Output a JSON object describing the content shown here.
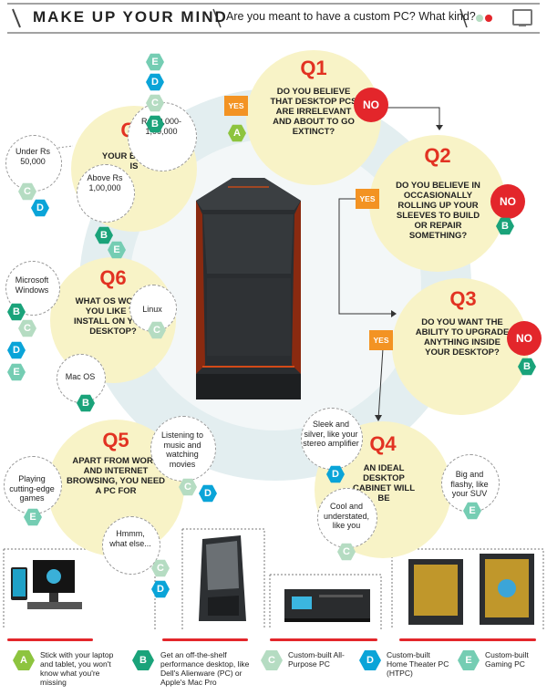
{
  "header": {
    "title": "MAKE UP YOUR MIND",
    "subtitle": "Are you meant to have a custom PC? What kind?"
  },
  "colors": {
    "accent_red": "#e3262b",
    "yes_orange": "#f39323",
    "question_bg": "#f8f3c7",
    "hex_A": "#8dc43f",
    "hex_B": "#1aa37a",
    "hex_C": "#b5dcc2",
    "hex_D": "#0aa4d8",
    "hex_E": "#75cdb3"
  },
  "icons": [
    "monitor-icon",
    "dots-icon",
    "tower-pc-image"
  ],
  "badges": {
    "yes": "YES",
    "no": "NO"
  },
  "q1": {
    "label": "Q1",
    "text": "Do you believe that desktop PCs are irrelevant and about to go extinct?",
    "yes_result": "A"
  },
  "q2": {
    "label": "Q2",
    "text": "Do you believe in occasionally rolling up your sleeves to build or repair something?",
    "no_result": "B"
  },
  "q3": {
    "label": "Q3",
    "text": "Do you want the ability to upgrade anything inside your desktop?",
    "no_result": "B"
  },
  "q4": {
    "label": "Q4",
    "text": "An ideal desktop cabinet will be",
    "options": [
      {
        "text": "Sleek and silver, like your stereo amplifier",
        "result": "D"
      },
      {
        "text": "Big and flashy, like your SUV",
        "result": "E"
      },
      {
        "text": "Cool and understated, like you",
        "result": "C"
      }
    ]
  },
  "q5": {
    "label": "Q5",
    "text": "Apart from work and internet browsing, you need a PC for",
    "options": [
      {
        "text": "Playing cutting-edge games",
        "results": [
          "E"
        ]
      },
      {
        "text": "Listening to music and watching movies",
        "results": [
          "C",
          "D"
        ]
      },
      {
        "text": "Hmmm, what else...",
        "results": [
          "C",
          "D"
        ]
      }
    ]
  },
  "q6": {
    "label": "Q6",
    "text": "What OS would you like to install on your desktop?",
    "options": [
      {
        "text": "Microsoft Windows",
        "results": [
          "B",
          "C",
          "D",
          "E"
        ]
      },
      {
        "text": "Linux",
        "results": [
          "C"
        ]
      },
      {
        "text": "Mac OS",
        "results": [
          "B"
        ]
      }
    ]
  },
  "q7": {
    "label": "Q7",
    "text": "Your budget is",
    "options": [
      {
        "text": "Under Rs 50,000",
        "results": [
          "C",
          "D"
        ]
      },
      {
        "text": "Above Rs 1,00,000",
        "results": [
          "B",
          "E"
        ]
      },
      {
        "text": "Rs 50,000-1,00,000",
        "results": [
          "E",
          "D",
          "C",
          "B"
        ]
      }
    ]
  },
  "outcomes": [
    {
      "letter": "A",
      "text": "Stick with your laptop and tablet, you won't know what you're missing"
    },
    {
      "letter": "B",
      "text": "Get an off-the-shelf performance desktop, like Dell's Alienware (PC) or Apple's Mac Pro"
    },
    {
      "letter": "C",
      "text": "Custom-built All-Purpose PC"
    },
    {
      "letter": "D",
      "text": "Custom-built Home Theater PC (HTPC)"
    },
    {
      "letter": "E",
      "text": "Custom-built Gaming PC"
    }
  ]
}
